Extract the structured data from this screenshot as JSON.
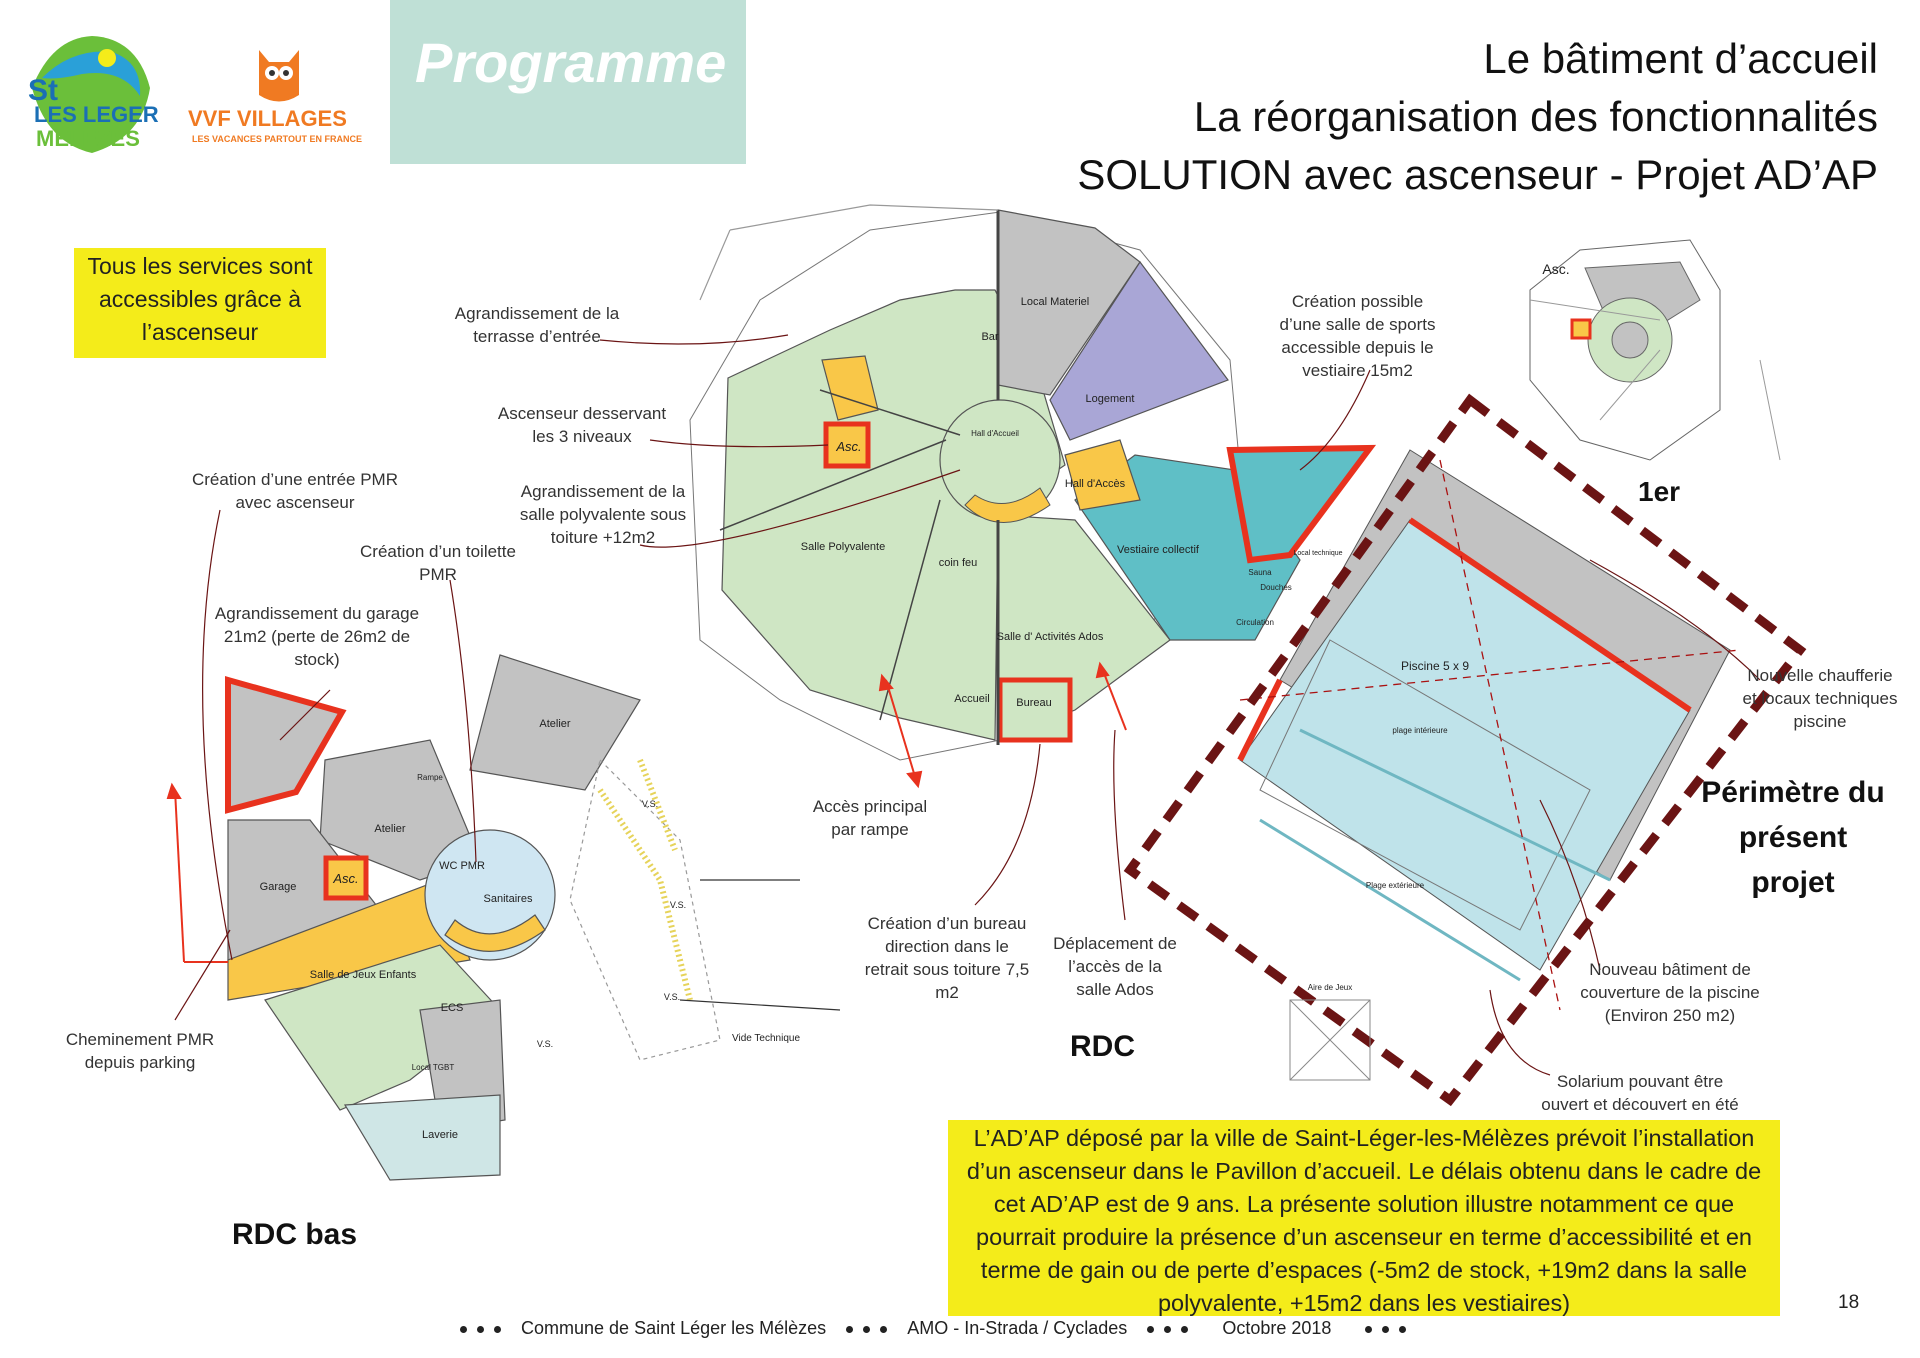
{
  "header": {
    "section_label": "Programme",
    "title_lines": [
      "Le bâtiment d’accueil",
      "La réorganisation des fonctionnalités",
      "SOLUTION avec ascenseur - Projet AD’AP"
    ]
  },
  "logos": {
    "st_leger": {
      "line1": "St",
      "line2": "LES LEGER",
      "line3": "MELEZES"
    },
    "vvf": {
      "name": "VVF VILLAGES",
      "tagline": "LES VACANCES PARTOUT EN FRANCE"
    }
  },
  "notes": {
    "top_left": "Tous les services sont accessibles grâce à l’ascenseur",
    "bottom": "L’AD’AP déposé par la ville de Saint-Léger-les-Mélèzes prévoit l’installation d’un ascenseur dans le Pavillon d’accueil. Le délais obtenu dans le cadre de cet AD’AP est de 9 ans. La présente solution illustre notamment ce que pourrait produire la présence d’un ascenseur en terme d’accessibilité et en terme de gain ou de perte d’espaces (-5m2 de stock, +19m2 dans la salle polyvalente, +15m2 dans les vestiaires)"
  },
  "annotations": {
    "terrasse": "Agrandissement de la terrasse d’entrée",
    "ascenseur": "Ascenseur desservant les 3 niveaux",
    "entree_pmr": "Création d’une entrée PMR avec ascenseur",
    "salle_poly": "Agrandissement de la salle polyvalente sous toiture +12m2",
    "toilette": "Création d’un toilette PMR",
    "garage": "Agrandissement du garage 21m2 (perte de 26m2 de stock)",
    "sports": "Création possible d’une salle de sports accessible depuis le vestiaire 15m2",
    "acces": "Accès principal par rampe",
    "bureau": "Création d’un bureau direction dans le retrait sous toiture 7,5 m2",
    "deplacement": "Déplacement de l’accès de la salle Ados",
    "chaufferie": "Nouvelle chaufferie et locaux techniques piscine",
    "couverture": "Nouveau bâtiment de couverture de la piscine (Environ 250 m2)",
    "solarium": "Solarium pouvant être ouvert et découvert en été",
    "cheminement": "Cheminement PMR depuis parking",
    "perimetre": "Périmètre du présent projet"
  },
  "plan_titles": {
    "rdc": "RDC",
    "rdc_bas": "RDC bas",
    "etage": "1er"
  },
  "rooms": {
    "local_materiel": "Local Materiel",
    "logement": "Logement",
    "bar": "Bar",
    "hall_accueil": "Hall d'Accueil",
    "hall_acces": "Hall d'Accès",
    "salle_polyvalente": "Salle Polyvalente",
    "coin_feu": "coin feu",
    "vestiaire": "Vestiaire collectif",
    "activites": "Salle d' Activités Ados",
    "accueil": "Accueil",
    "bureau": "Bureau",
    "piscine": "Piscine 5 x 9",
    "plage_int": "plage intérieure",
    "plage_ext": "Plage extérieure",
    "aire_jeux": "Aire de Jeux",
    "sauna": "Sauna",
    "douches": "Douches",
    "circulation": "Circulation",
    "local_tech": "Local technique",
    "asc": "Asc.",
    "atelier": "Atelier",
    "rampe": "Rampe",
    "garage": "Garage",
    "wc_pmr": "WC PMR",
    "sanitaires": "Sanitaires",
    "salle_jeux": "Salle de Jeux Enfants",
    "ecs": "ECS",
    "local_tgbt": "Local TGBT",
    "laverie": "Laverie",
    "vs": "V.S.",
    "vide_tech": "Vide Technique"
  },
  "footer": {
    "commune": "Commune de Saint Léger les Mélèzes",
    "amo": "AMO - In-Strada / Cyclades",
    "date": "Octobre 2018",
    "page": "18"
  },
  "colors": {
    "green_room": "#cfe6c4",
    "grey_room": "#c2c2c2",
    "purple_room": "#a9a6d6",
    "teal_room": "#5fbfc6",
    "pool": "#bfe3ea",
    "yellow": "#f4ec1a",
    "orange": "#f9c748",
    "red_outline": "#e8321e",
    "header_box": "#bfe0d6"
  }
}
